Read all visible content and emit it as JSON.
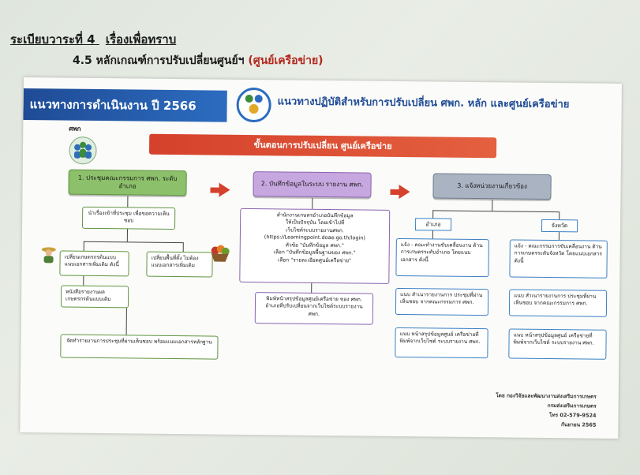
{
  "header": {
    "agenda_label": "ระเบียบวาระที่ 4",
    "agenda_topic": "เรื่องเพื่อทราบ",
    "subheading_prefix": "4.5 หลักเกณฑ์การปรับเปลี่ยนศูนย์ฯ",
    "subheading_highlight": "(ศูนย์เครือข่าย)"
  },
  "slide": {
    "banner_left": "แนวทางการดำเนินงาน ปี 2566",
    "banner_title": "แนวทางปฏิบัติสำหรับการปรับเปลี่ยน ศพก. หลัก และศูนย์เครือข่าย",
    "dept_name": "ศพก",
    "steps_title": "ขั้นตอนการปรับเปลี่ยน ศูนย์เครือข่าย",
    "step1": "1. ประชุมคณะกรรมการ ศพก. ระดับอำเภอ",
    "step2": "2. บันทึกข้อมูลในระบบ รายงาน ศพก.",
    "step3": "3. แจ้งหน่วยงานเกี่ยวข้อง",
    "col1": {
      "top_box": "นำเรื่องเข้าที่ประชุม เพื่อขอความเห็นชอบ",
      "left_box": "เปลี่ยนเกษตรกรต้นแบบ แนบเอกสารเพิ่มเติม ดังนี้",
      "right_box": "เปลี่ยนพื้นที่ตั้ง ไม่ต้องแนบเอกสารเพิ่มเติม",
      "doc_box": "หนังสือรายงานผล เกษตรกรต้นแบบเดิม",
      "bottom_box": "จัดทำรายงานการประชุมที่ผ่านเห็นชอบ พร้อมแนบเอกสารหลักฐาน"
    },
    "col2": {
      "system_box": [
        "สำนักงานเกษตรอำเภอบันทึกข้อมูล",
        "ให้เป็นปัจจุบัน โดยเข้าไปที่",
        "เว็บไซต์ระบบรายงานศพก.",
        "(https://Learningpoint.doae.go.th/login)",
        "หัวข้อ \"บันทึกข้อมูล ศพก.\"",
        "เลือก \"บันทึกข้อมูลพื้นฐานของ ศพก.\"",
        "เลือก \"รายละเอียดศูนย์เครือข่าย\""
      ],
      "print_box": "พิมพ์หน้าสรุปข้อมูลศูนย์เครือข่าย ของ ศพก. อำเภอที่ปรับเปลี่ยนจากเว็บไซต์ระบบรายงาน ศพก."
    },
    "col3": {
      "tag_left": "อำเภอ",
      "tag_right": "จังหวัด",
      "left": [
        "แจ้ง - คณะทำงานขับเคลื่อนงาน ด้านการเกษตรระดับอำเภอ โดยแนบเอกสาร ดังนี้",
        "แนบ สำเนารายงานการ ประชุมที่ผ่านเห็นชอบ จากคณะกรรมการ ศพก.",
        "แนบ หน้าสรุปข้อมูลศูนย์ เครือข่ายที่พิมพ์จากเว็บไซต์ ระบบรายงาน ศพก."
      ],
      "right": [
        "แจ้ง - คณะกรรมการขับเคลื่อนงาน ด้านการเกษตรระดับจังหวัด โดยแนบเอกสาร ดังนี้",
        "แนบ สำเนารายงานการ ประชุมที่ผ่านเห็นชอบ จากคณะกรรมการ ศพก.",
        "แนบ หน้าสรุปข้อมูลศูนย์ เครือข่ายที่พิมพ์จากเว็บไซต์ ระบบรายงาน ศพก."
      ]
    },
    "footer": [
      "โดย กองวิจัยและพัฒนางานส่งเสริมการเกษตร",
      "กรมส่งเสริมการเกษตร",
      "โทร 02-579-9524",
      "กันยายน 2565"
    ]
  },
  "colors": {
    "banner_blue": "#1f4b95",
    "accent_red": "#d5412c",
    "step1_green": "#8cc06a",
    "step2_purple": "#c6a7df",
    "step3_gray": "#a9b3c2"
  }
}
